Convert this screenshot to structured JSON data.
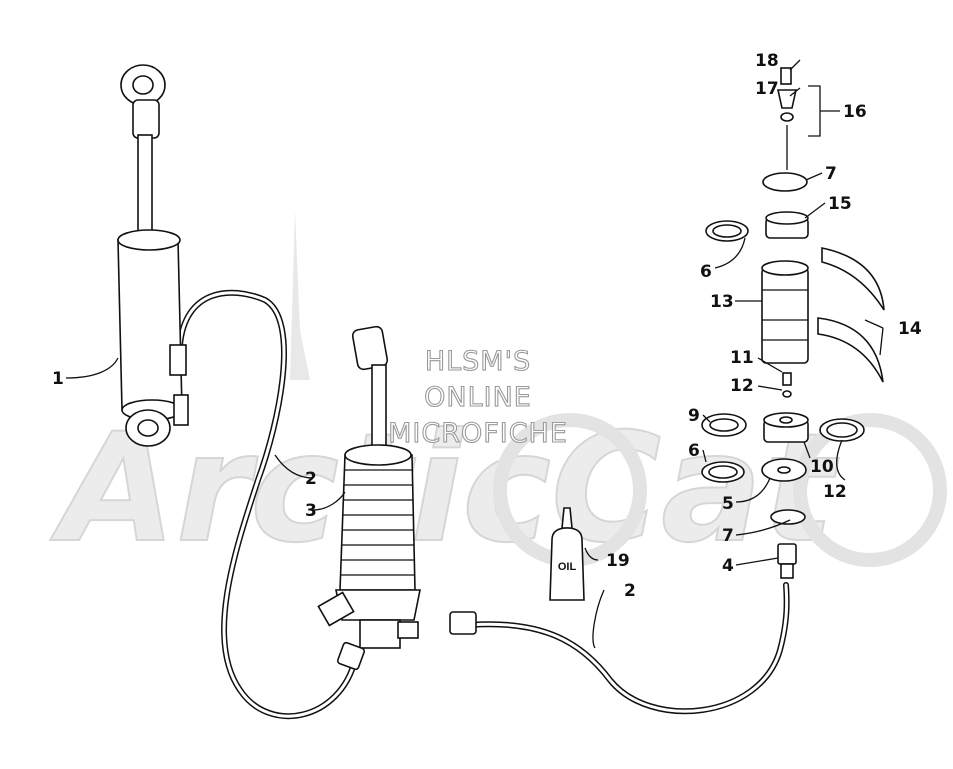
{
  "watermark": {
    "line1": "HLSM'S",
    "line2": "ONLINE",
    "line3": "MICROFICHE",
    "brand": "ArcticCat"
  },
  "bottle_label": "OIL",
  "callouts": {
    "c1": "1",
    "c2a": "2",
    "c2b": "2",
    "c3": "3",
    "c4": "4",
    "c5": "5",
    "c6a": "6",
    "c6b": "6",
    "c7a": "7",
    "c7b": "7",
    "c9": "9",
    "c10": "10",
    "c11": "11",
    "c12a": "12",
    "c12b": "12",
    "c13": "13",
    "c14": "14",
    "c15": "15",
    "c16": "16",
    "c17": "17",
    "c18": "18",
    "c19": "19"
  }
}
